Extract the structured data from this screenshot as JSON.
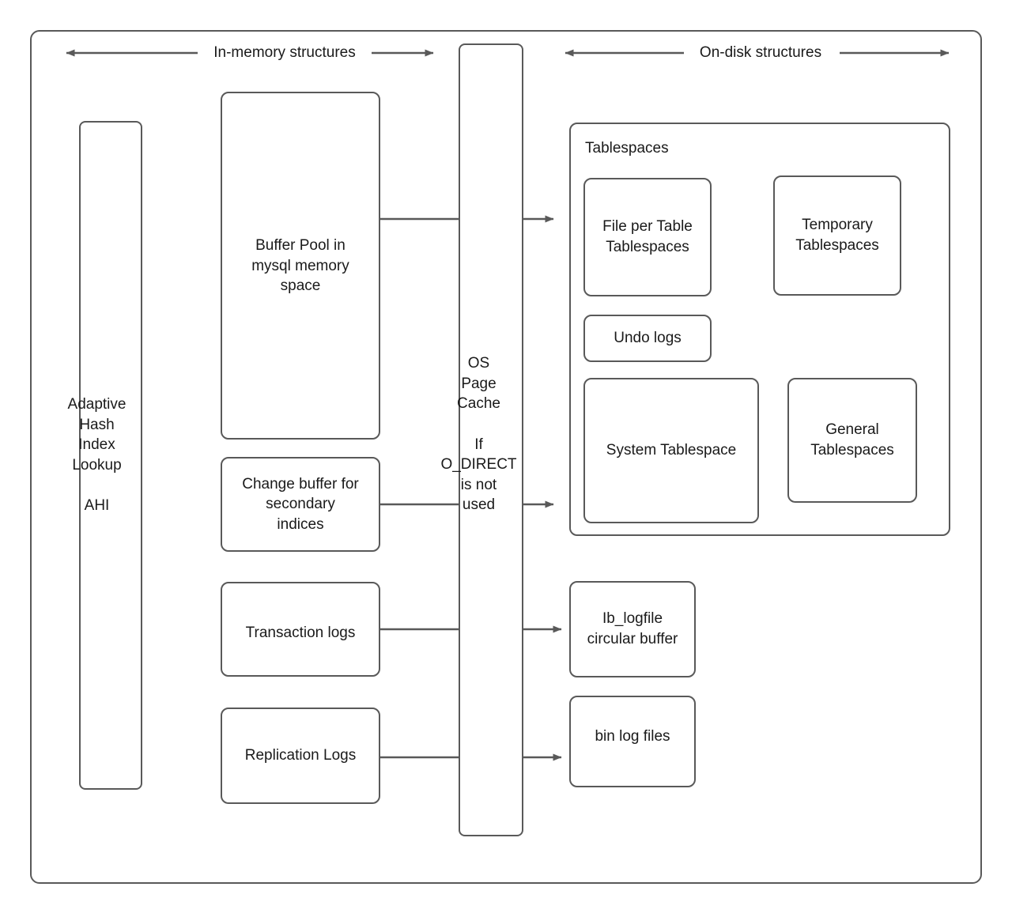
{
  "diagram": {
    "title": "MySQL InnoDB in-memory and on-disk structures",
    "stroke_color": "#595959",
    "text_color": "#1a1a1a",
    "background_color": "#ffffff"
  },
  "headers": {
    "left": "In-memory structures",
    "right": "On-disk structures"
  },
  "memory": {
    "ahi": "Adaptive\nHash\nIndex\nLookup\n\nAHI",
    "buffer_pool": "Buffer Pool in\nmysql memory\nspace",
    "change_buffer": "Change buffer for\nsecondary\nindices",
    "transaction_logs": "Transaction logs",
    "replication_logs": "Replication Logs"
  },
  "os": {
    "page_cache": "OS\nPage\nCache\n\nIf\nO_DIRECT\nis not\nused"
  },
  "disk": {
    "tablespaces_group_title": "Tablespaces",
    "file_per_table": "File per Table\nTablespaces",
    "temporary_tablespaces": "Temporary\nTablespaces",
    "undo_logs": "Undo logs",
    "system_tablespace": "System Tablespace",
    "general_tablespaces": "General\nTablespaces",
    "ib_logfile": "Ib_logfile\ncircular buffer",
    "bin_log_files": "bin log files"
  },
  "icons": {
    "arrow_left": "arrow-left-icon",
    "arrow_right": "arrow-right-icon"
  }
}
